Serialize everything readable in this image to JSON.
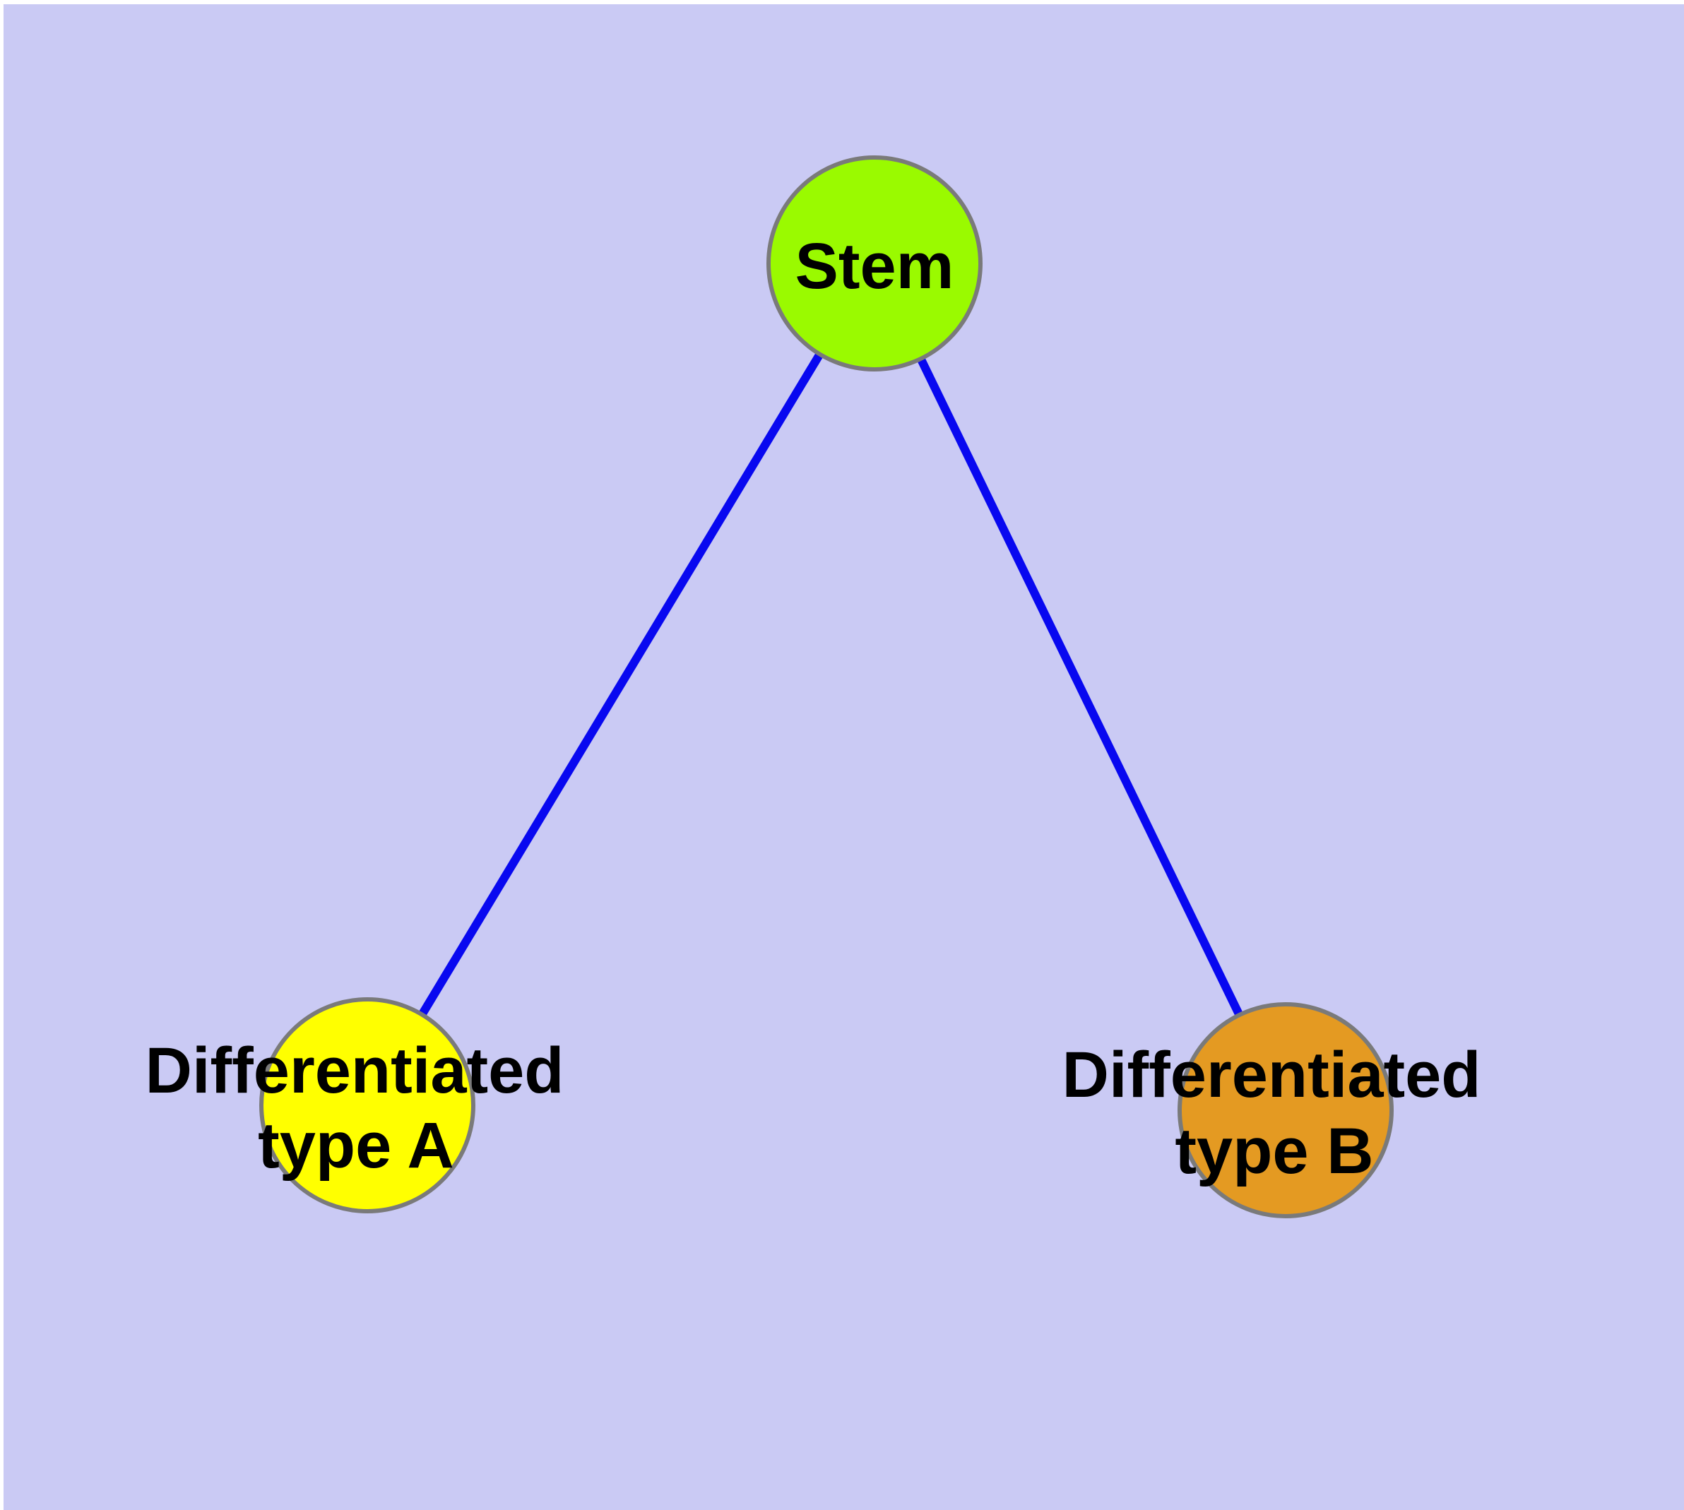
{
  "figure": {
    "title": "Stem cell differentiation diagram",
    "background_color": "#CACAF4",
    "page_margin_color": "#FFFFFF",
    "edge_color": "#0808F0",
    "node_border_color": "#7A7A7A",
    "label_color": "#000000"
  },
  "nodes": {
    "stem": {
      "label": "Stem",
      "fill": "#9AFA00"
    },
    "type_a": {
      "label_line1": "Differentiated",
      "label_line2": "type A",
      "fill": "#FFFF00"
    },
    "type_b": {
      "label_line1": "Differentiated",
      "label_line2": "type B",
      "fill": "#E49A22"
    }
  },
  "edges": [
    {
      "from": "Stem",
      "to": "Differentiated type A"
    },
    {
      "from": "Stem",
      "to": "Differentiated type B"
    }
  ]
}
